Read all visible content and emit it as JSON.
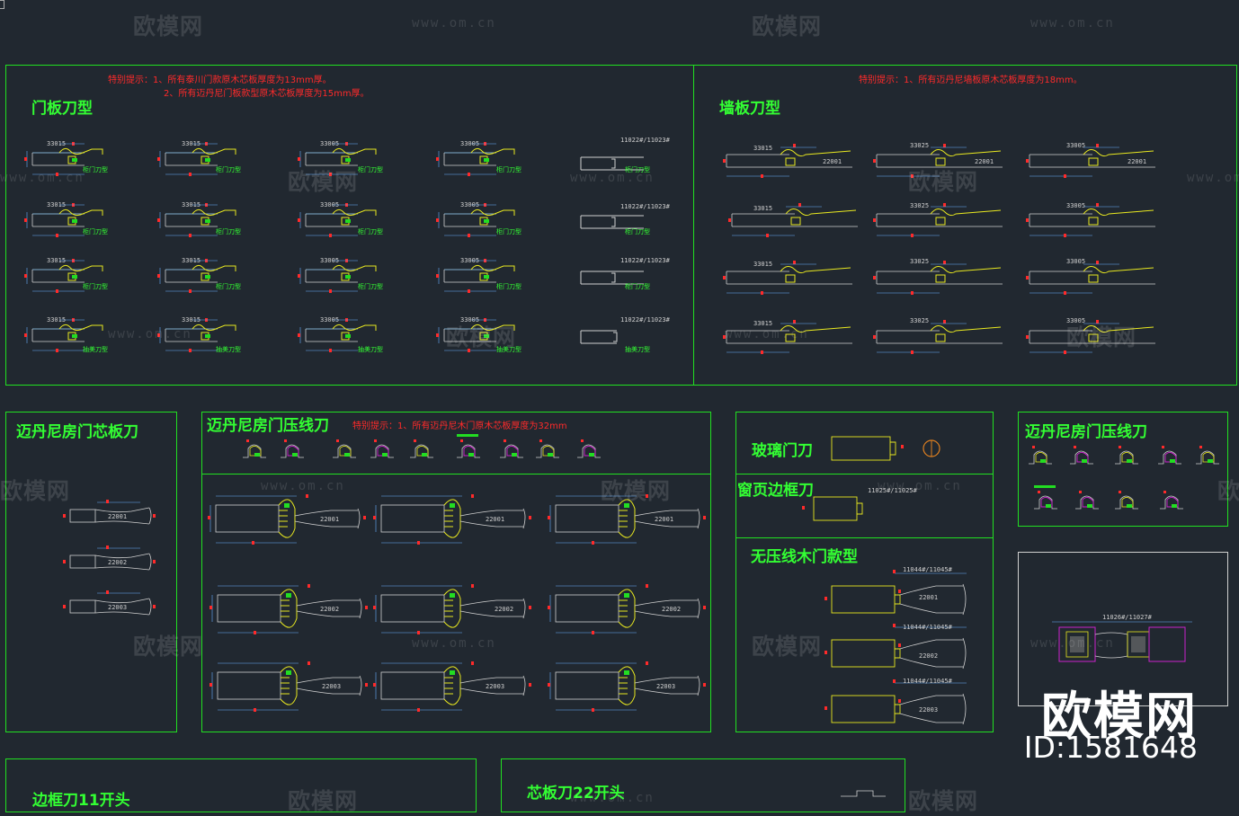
{
  "sections": {
    "door_panel": {
      "title": "门板刀型",
      "note1": "特别提示：1、所有泰川门款原木芯板厚度为13mm厚。",
      "note2": "2、所有迈丹尼门板款型原木芯板厚度为15mm厚。"
    },
    "wall_panel": {
      "title": "墙板刀型",
      "note": "特别提示：1、所有迈丹尼墙板原木芯板厚度为18mm。"
    },
    "maidanni_core": {
      "title": "迈丹尼房门芯板刀"
    },
    "maidanni_press": {
      "title": "迈丹尼房门压线刀",
      "note": "特别提示：1、所有迈丹尼木门原木芯板厚度为32mm"
    },
    "glass_door": {
      "title": "玻璃门刀"
    },
    "window_frame": {
      "title": "窗页边框刀"
    },
    "no_press_door": {
      "title": "无压线木门款型"
    },
    "maidanni_press_right": {
      "title": "迈丹尼房门压线刀"
    },
    "edge_frame": {
      "title": "边框刀11开头"
    },
    "core_board": {
      "title": "芯板刀22开头"
    }
  },
  "labels": {
    "cabinet_knife": "柜门刀型",
    "drawer_knife": "抽美刀型",
    "codes_door": [
      "33015",
      "33015",
      "33005",
      "33005",
      "11022#/11023#"
    ],
    "codes_wall": [
      "33015",
      "33025",
      "33005"
    ],
    "core_codes": [
      "22001",
      "22002",
      "22003"
    ],
    "press_codes": [
      "22001",
      "22002",
      "22003"
    ],
    "no_press_code": "11044#/11045#",
    "window_code": "11025#/11025#",
    "right_box_code": "11026#/11027#"
  },
  "watermark": {
    "text": "欧模网",
    "url": "www.om.cn"
  },
  "brand": {
    "name": "欧模网",
    "id": "ID:1581648"
  }
}
